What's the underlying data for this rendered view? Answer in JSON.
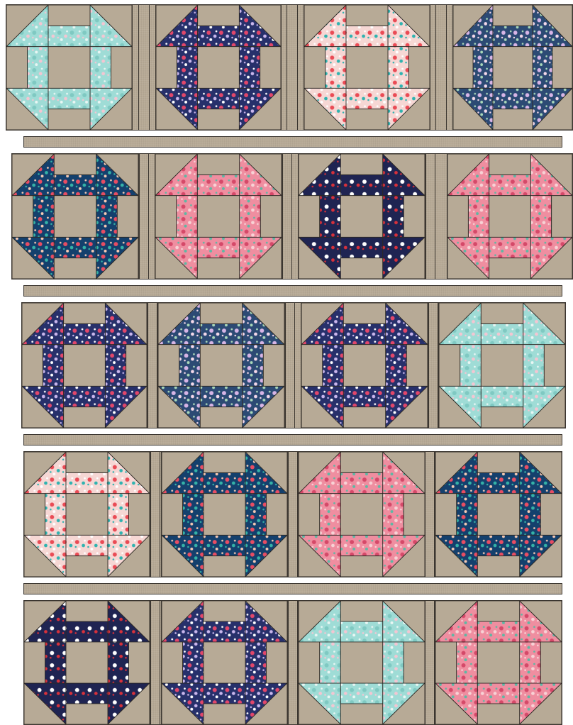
{
  "fabrics": {
    "background": "#b7aa96",
    "aqua-floral": {
      "base": "#9fdcd6",
      "a": "#7fc9c2",
      "b": "#f3c6d2",
      "c": "#e8f6f3"
    },
    "navy-floral": {
      "base": "#27306b",
      "a": "#e2476b",
      "b": "#c9b6ec",
      "c": "#ffffff"
    },
    "coral-floral": {
      "base": "#f6d7d4",
      "a": "#ea4b55",
      "b": "#2fb3b0",
      "c": "#ffffff"
    },
    "teal-lilac-floral": {
      "base": "#2c4a74",
      "a": "#d7b5e6",
      "b": "#f4d9ea",
      "c": "#a9d8b9"
    },
    "deep-teal-floral": {
      "base": "#14406d",
      "a": "#e84d63",
      "b": "#35b2a7",
      "c": "#f5c9b3"
    },
    "pink-fern-floral": {
      "base": "#ef8ea0",
      "a": "#d54969",
      "b": "#f7d2d5",
      "c": "#5db8a4"
    },
    "navy-horse": {
      "base": "#1f2452",
      "a": "#ffffff",
      "b": "#d8313b",
      "c": "#1f2452"
    }
  },
  "rows": [
    [
      "aqua-floral",
      "navy-floral",
      "coral-floral",
      "teal-lilac-floral"
    ],
    [
      "deep-teal-floral",
      "pink-fern-floral",
      "navy-horse",
      "pink-fern-floral"
    ],
    [
      "navy-floral",
      "teal-lilac-floral",
      "navy-floral",
      "aqua-floral"
    ],
    [
      "coral-floral",
      "deep-teal-floral",
      "pink-fern-floral",
      "deep-teal-floral"
    ],
    [
      "navy-horse",
      "navy-floral",
      "aqua-floral",
      "pink-fern-floral"
    ]
  ]
}
